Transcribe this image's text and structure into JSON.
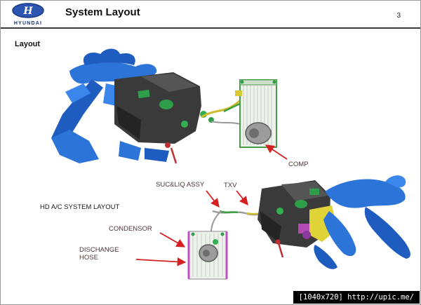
{
  "page": {
    "number": "3",
    "watermark": "[1040x720] http://upic.me/"
  },
  "header": {
    "brand": "HYUNDAI",
    "logo_letter": "H",
    "title": "System Layout"
  },
  "section": {
    "label": "Layout"
  },
  "diagram": {
    "labels": {
      "comp": "COMP",
      "sucliq": "SUC&LIQ ASSY",
      "txv": "TXV",
      "hd_layout": "HD A/C SYSTEM LAYOUT",
      "condensor": "CONDENSOR",
      "discharge_line1": "DISCHANGE",
      "discharge_line2": "HOSE"
    },
    "colors": {
      "arrow_red": "#d42020",
      "duct_blue": "#2d74d8",
      "duct_blue_dark": "#1e5cc0",
      "unit_dark": "#3a3a3a",
      "highlight_green": "#2f9e4a",
      "condenser_frame_green": "#4a9a4a",
      "condenser_frame_magenta": "#c050c0",
      "pipe_yellow": "#cdbb2e",
      "compressor_gray": "#9c9c9c"
    }
  }
}
